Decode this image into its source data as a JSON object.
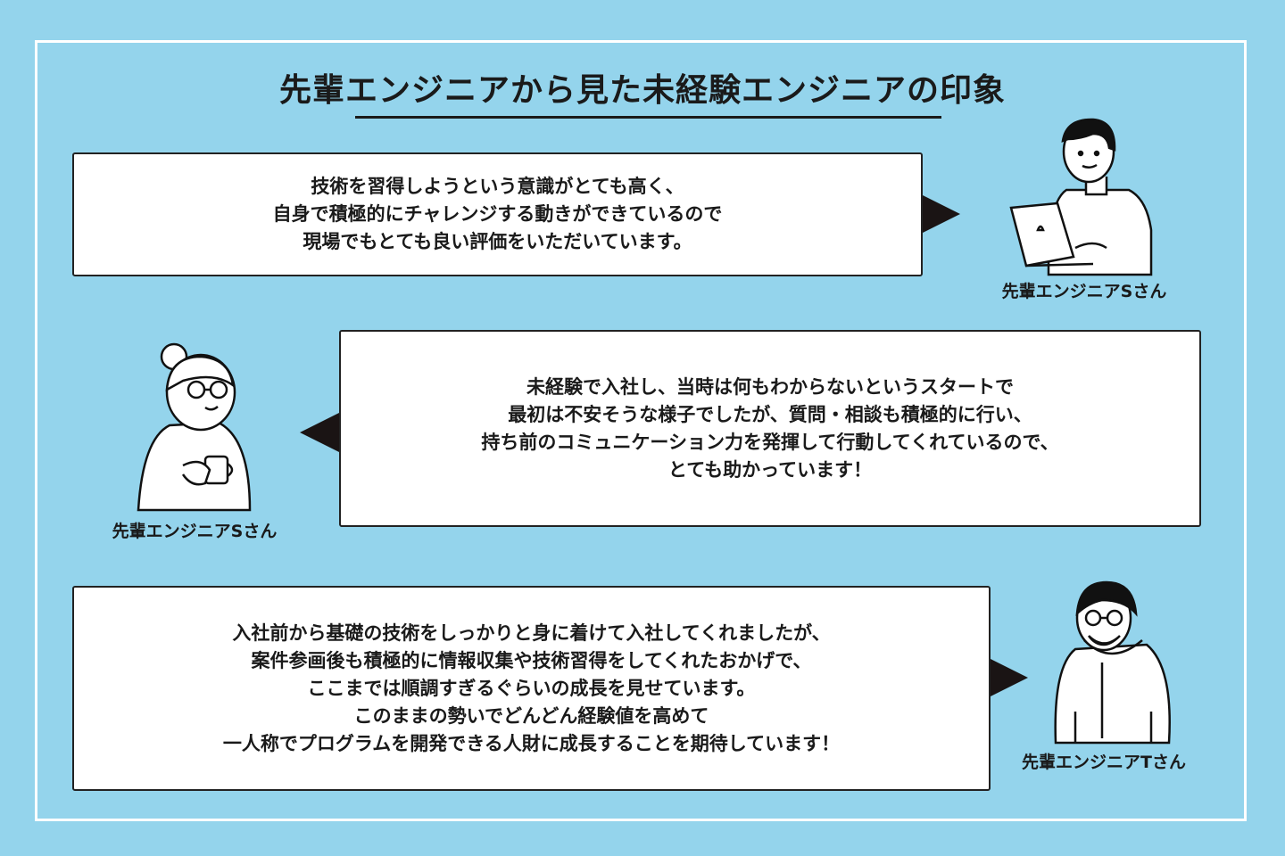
{
  "title": "先輩エンジニアから見た未経験エンジニアの印象",
  "comments": [
    {
      "lines": [
        "技術を習得しようという意識がとても高く、",
        "自身で積極的にチャレンジする動きができているので",
        "現場でもとても良い評価をいただいています。"
      ],
      "speaker": "先輩エンジニアSさん"
    },
    {
      "lines": [
        "未経験で入社し、当時は何もわからないというスタートで",
        "最初は不安そうな様子でしたが、質問・相談も積極的に行い、",
        "持ち前のコミュニケーション力を発揮して行動してくれているので、",
        "とても助かっています！"
      ],
      "speaker": "先輩エンジニアSさん"
    },
    {
      "lines": [
        "入社前から基礎の技術をしっかりと身に着けて入社してくれましたが、",
        "案件参画後も積極的に情報収集や技術習得をしてくれたおかげで、",
        "ここまでは順調すぎるぐらいの成長を見せています。",
        "このままの勢いでどんどん経験値を高めて",
        "一人称でプログラムを開発できる人財に成長することを期待しています！"
      ],
      "speaker": "先輩エンジニアTさん"
    }
  ],
  "colors": {
    "background": "#94d4ec",
    "frame": "#ffffff",
    "ink": "#1a1a1a"
  }
}
